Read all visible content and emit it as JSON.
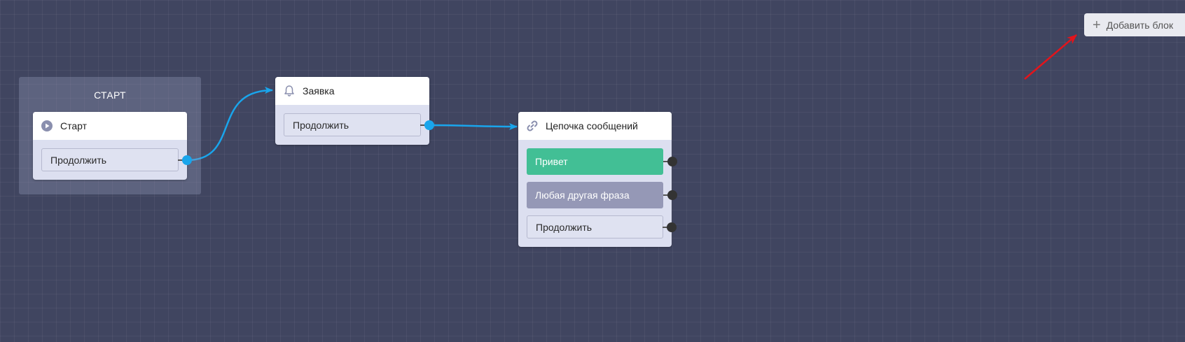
{
  "toolbar": {
    "add_block_label": "Добавить блок",
    "add_icon": "plus-icon"
  },
  "start_group": {
    "title": "СТАРТ"
  },
  "nodes": {
    "start": {
      "title": "Старт",
      "icon": "play-icon",
      "buttons": [
        "Продолжить"
      ]
    },
    "request": {
      "title": "Заявка",
      "icon": "bell-icon",
      "buttons": [
        "Продолжить"
      ]
    },
    "chain": {
      "title": "Цепочка сообщений",
      "icon": "link-icon",
      "buttons": [
        "Привет",
        "Любая другая фраза",
        "Продолжить"
      ]
    }
  },
  "colors": {
    "canvas": "#404560",
    "connector": "#19a5ec",
    "green_button": "#42bf95",
    "gray_button": "#9598b6",
    "annotation_arrow": "#e3141b"
  }
}
